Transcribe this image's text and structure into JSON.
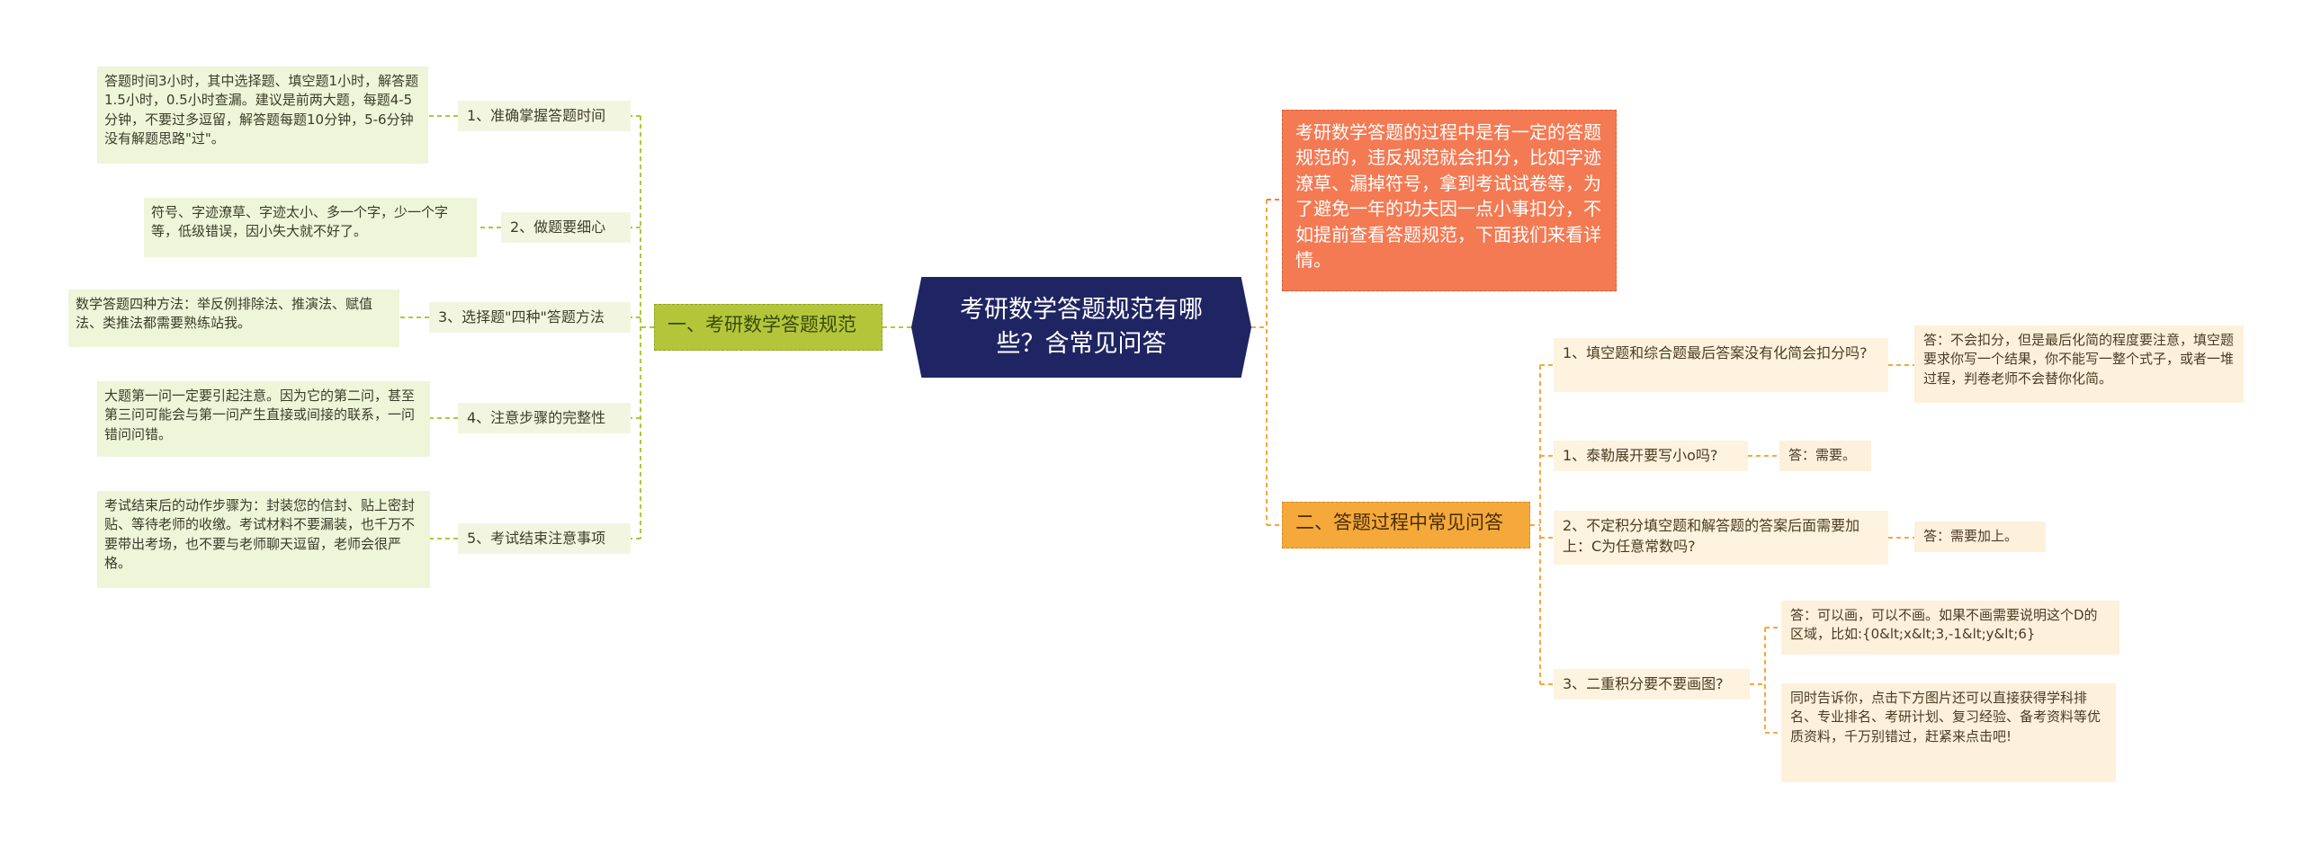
{
  "colors": {
    "root": "#1f2462",
    "branch_left": "#b3c63a",
    "branch_right": "#f5a93a",
    "intro": "#f47a54",
    "line_left": "#b3c63a",
    "line_right": "#f5a93a"
  },
  "root": {
    "title": "考研数学答题规范有哪些？含常见问答"
  },
  "intro": {
    "text": "考研数学答题的过程中是有一定的答题规范的，违反规范就会扣分，比如字迹潦草、漏掉符号，拿到考试试卷等，为了避免一年的功夫因一点小事扣分，不如提前查看答题规范，下面我们来看详情。"
  },
  "left_branch": {
    "label": "一、考研数学答题规范",
    "items": [
      {
        "label": "1、准确掌握答题时间",
        "detail": "答题时间3小时，其中选择题、填空题1小时，解答题1.5小时，0.5小时查漏。建议是前两大题，每题4-5分钟，不要过多逗留，解答题每题10分钟，5-6分钟没有解题思路\"过\"。"
      },
      {
        "label": "2、做题要细心",
        "detail": "符号、字迹潦草、字迹太小、多一个字，少一个字等，低级错误，因小失大就不好了。"
      },
      {
        "label": "3、选择题\"四种\"答题方法",
        "detail": "数学答题四种方法：举反例排除法、推演法、赋值法、类推法都需要熟练站我。"
      },
      {
        "label": "4、注意步骤的完整性",
        "detail": "大题第一问一定要引起注意。因为它的第二问，甚至第三问可能会与第一问产生直接或间接的联系，一问错问问错。"
      },
      {
        "label": "5、考试结束注意事项",
        "detail": "考试结束后的动作步骤为：封装您的信封、贴上密封贴、等待老师的收缴。考试材料不要漏装，也千万不要带出考场，也不要与老师聊天逗留，老师会很严格。"
      }
    ]
  },
  "right_branch": {
    "label": "二、答题过程中常见问答",
    "items": [
      {
        "label": "1、填空题和综合题最后答案没有化简会扣分吗?",
        "answers": [
          "答：不会扣分，但是最后化简的程度要注意，填空题要求你写一个结果，你不能写一整个式子，或者一堆过程，判卷老师不会替你化简。"
        ]
      },
      {
        "label": "1、泰勒展开要写小o吗?",
        "answers": [
          "答：需要。"
        ]
      },
      {
        "label": "2、不定积分填空题和解答题的答案后面需要加上：C为任意常数吗?",
        "answers": [
          "答：需要加上。"
        ]
      },
      {
        "label": "3、二重积分要不要画图?",
        "answers": [
          "答：可以画，可以不画。如果不画需要说明这个D的区域，比如:{0&lt;x&lt;3,-1&lt;y&lt;6}",
          "同时告诉你，点击下方图片还可以直接获得学科排名、专业排名、考研计划、复习经验、备考资料等优质资料，千万别错过，赶紧来点击吧!"
        ]
      }
    ]
  }
}
